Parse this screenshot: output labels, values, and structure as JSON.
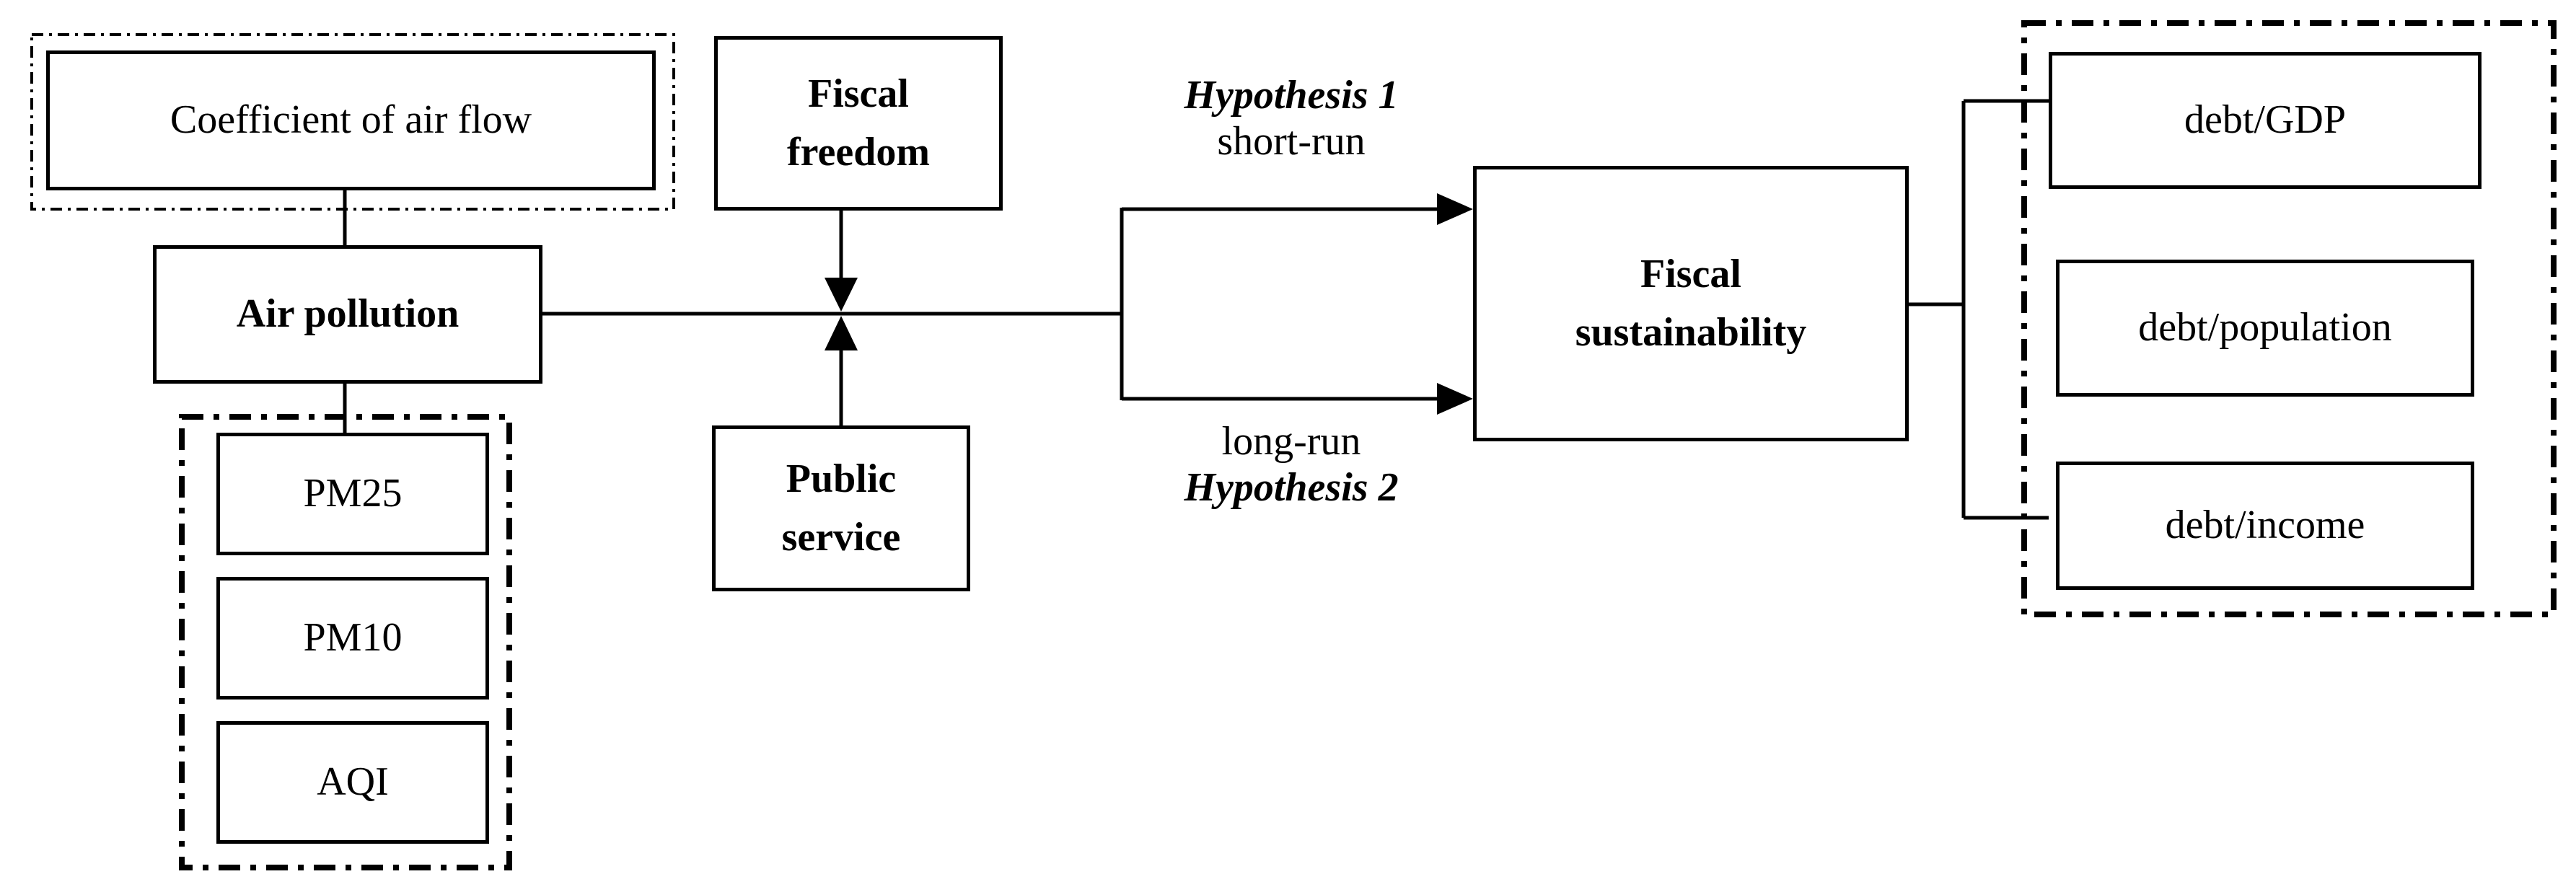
{
  "diagram": {
    "airflow": "Coefficient of air flow",
    "air_pollution": "Air pollution",
    "pollution_measures": [
      "PM25",
      "PM10",
      "AQI"
    ],
    "fiscal_freedom": [
      "Fiscal",
      "freedom"
    ],
    "public_service": [
      "Public",
      "service"
    ],
    "fiscal_sustainability": [
      "Fiscal",
      "sustainability"
    ],
    "sustainability_measures": [
      "debt/GDP",
      "debt/population",
      "debt/income"
    ],
    "hypothesis1": {
      "word": "Hypothesis",
      "number": "1",
      "label": "short-run"
    },
    "hypothesis2": {
      "word": "Hypothesis",
      "number": "2",
      "label": "long-run"
    }
  }
}
